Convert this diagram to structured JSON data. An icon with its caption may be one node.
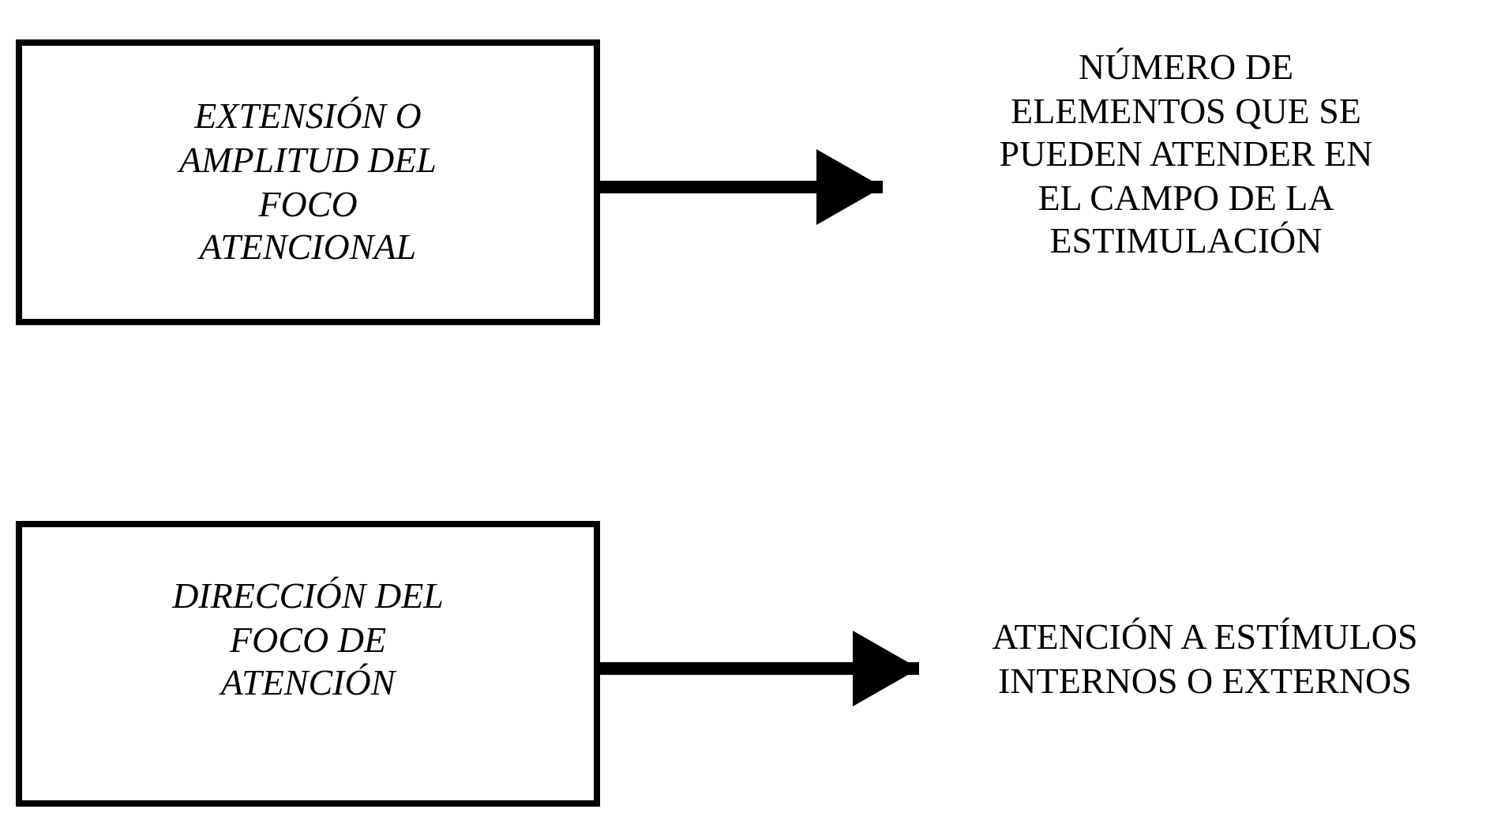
{
  "diagram": {
    "nodes": [
      {
        "text": [
          "EXTENSIÓN O AMPLITUD DEL FOCO ATENCIONAL"
        ]
      },
      {
        "text": [
          "NÚMERO DE ELEMENTOS QUE SE PUEDEN ATENDER EN EL CAMPO DE LA ESTIMULACIÓN"
        ]
      },
      {
        "text": [
          "DIRECCIÓN DEL FOCO DE ATENCIÓN"
        ]
      },
      {
        "text": [
          "ATENCIÓN A ESTÍMULOS INTERNOS O EXTERNOS"
        ]
      }
    ],
    "edges": [
      {
        "from": 0,
        "to": 1,
        "arrow": "to"
      },
      {
        "from": 2,
        "to": 3,
        "arrow": "to"
      }
    ]
  }
}
